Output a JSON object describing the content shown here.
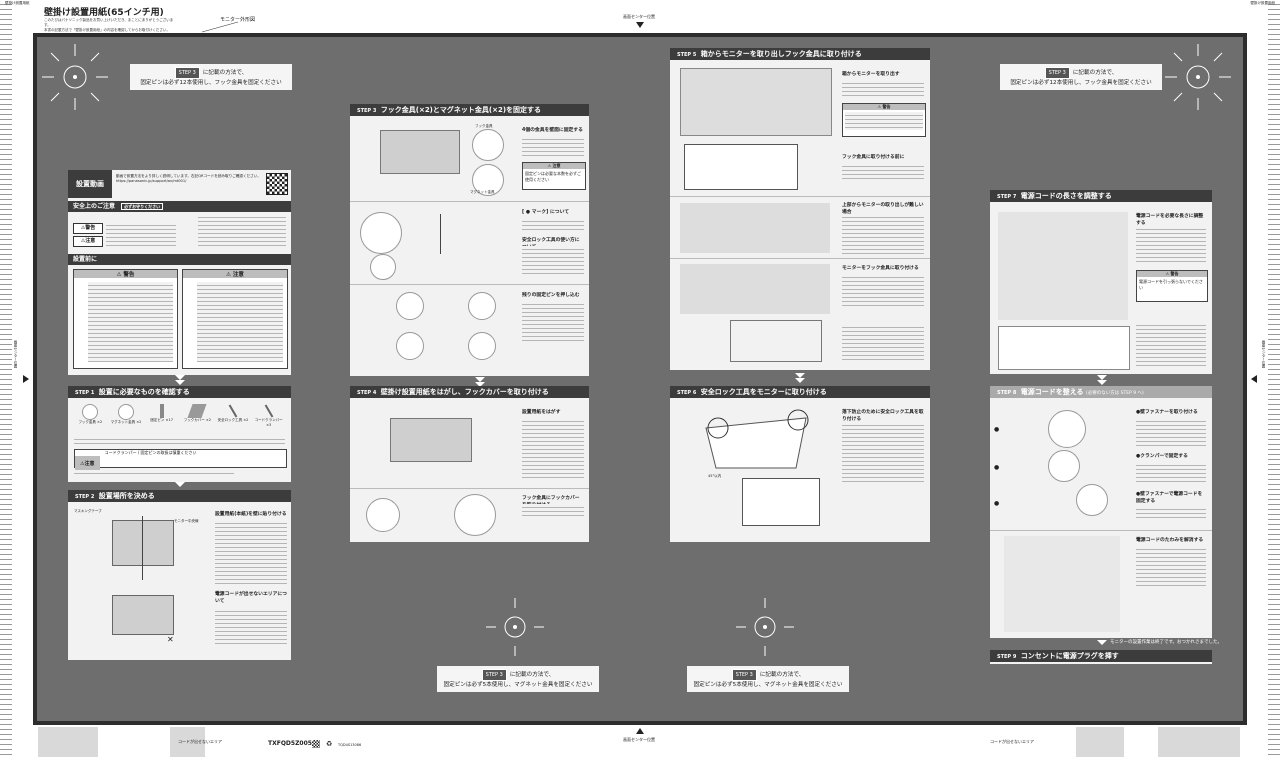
{
  "header": {
    "corner_code_left": "壁掛け設置用紙",
    "title": "壁掛け設置用紙(65インチ用)",
    "sub_line1": "このたびはパナソニック製品をお買い上げいただき、まことにありがとうございます。",
    "sub_line2": "本書の記載方法で「壁掛け設置用紙」の内容を確認してからお取付けください。",
    "monitor_outline_label": "モニター外形図",
    "center_top_label": "画面センター位置",
    "corner_code_right": "壁掛け設置用紙",
    "center_bottom_label": "画面センター位置",
    "side_left_label": "画面センター位置",
    "side_right_label": "画面センター位置"
  },
  "footer": {
    "left_no_cord": "コードが出せないエリア",
    "right_no_cord": "コードが出せないエリア",
    "model_code": "TXFQD5Z0056",
    "sub_code": "TQD4S13086"
  },
  "top_notes": {
    "left": {
      "step": "STEP 3",
      "line1": "に記載の方法で、",
      "line2": "固定ピンは必ず12本使用し、フック金具を固定ください"
    },
    "right": {
      "step": "STEP 3",
      "line1": "に記載の方法で、",
      "line2": "固定ピンは必ず12本使用し、フック金具を固定ください"
    }
  },
  "bottom_notes": {
    "left": {
      "step": "STEP 3",
      "line1": "に記載の方法で、",
      "line2": "固定ピンは必ず5本使用し、マグネット金具を固定ください"
    },
    "right": {
      "step": "STEP 3",
      "line1": "に記載の方法で、",
      "line2": "固定ピンは必ず5本使用し、マグネット金具を固定ください"
    }
  },
  "video": {
    "title": "設置動画",
    "text": "動画で設置方法をより詳しく説明しています。右記QRコードを読み取りご確認ください。",
    "url": "https://panasonic.jp/support/av/mt001/"
  },
  "safety": {
    "title": "安全上のご注意",
    "badge": "必ずお守りください",
    "warning_label": "警告",
    "caution_label": "注意",
    "before_install": "設置前に"
  },
  "warnbox": {
    "warning": "警告",
    "caution": "注意"
  },
  "steps": {
    "s1": {
      "num": "STEP 1",
      "title": "設置に必要なものを確認する",
      "items": [
        "フック金具 ×2",
        "マグネット金具 ×2",
        "固定ピン ×17",
        "フックカバー ×2",
        "安全ロック工具 ×2",
        "コードクランパー ×3"
      ],
      "caution_label": "注意",
      "caution_text": "コードクランパー / 固定ピンの取扱は慎重ください"
    },
    "s2": {
      "num": "STEP 2",
      "title": "設置場所を決める",
      "h1": "設置用紙(本紙)を壁に貼り付ける",
      "h2": "電源コードが出せないエリアについて",
      "masking": "マスキングテープ",
      "mon_center": "モニター中央線"
    },
    "s3": {
      "num": "STEP 3",
      "title": "フック金具(×2)とマグネット金具(×2)を固定する",
      "h1": "4個の金具を壁面に固定する",
      "caution": "注意",
      "caution_text": "固定ピンは必要な本数を必ずご使用ください",
      "hook_label": "フック金具",
      "magnet_label": "マグネット金具",
      "h2": "[ ● マーク] について",
      "h3": "安全ロック工具の使い方について",
      "h4": "残りの固定ピンを押し込む"
    },
    "s4": {
      "num": "STEP 4",
      "title": "壁掛け設置用紙をはがし、フックカバーを取り付ける",
      "h1": "設置用紙をはがす",
      "h2": "フック金具にフックカバーを取り付ける"
    },
    "s5": {
      "num": "STEP 5",
      "title": "箱からモニターを取り出しフック金具に取り付ける",
      "h1": "箱からモニターを取り出す",
      "warn": "警告",
      "h2": "フック金具に取り付ける前に",
      "h3": "上部からモニターの取り出しが難しい場合",
      "h4": "モニターをフック金具に取り付ける"
    },
    "s6": {
      "num": "STEP 6",
      "title": "安全ロック工具をモニターに取り付ける",
      "h1": "落下防止のために安全ロック工具を取り付ける",
      "angle": "45°以内"
    },
    "s7": {
      "num": "STEP 7",
      "title": "電源コードの長さを調整する",
      "h1": "電源コードを必要な長さに調整する",
      "warn": "警告",
      "warn_text": "電源コードを引っ張らないでください"
    },
    "s8": {
      "num": "STEP 8",
      "title": "電源コードを整える",
      "note": "(必要のない方は STEP 9 へ)",
      "h1": "●壁ファスナーを取り付ける",
      "h2": "●クランパーで固定する",
      "h3": "●壁ファスナーで電源コードを固定する",
      "h4": "電源コードのたわみを解消する",
      "footer_note": "モニターの設置作業は終了です。おつかれさまでした。"
    },
    "s9": {
      "num": "STEP 9",
      "title": "コンセントに電源プラグを挿す"
    }
  }
}
